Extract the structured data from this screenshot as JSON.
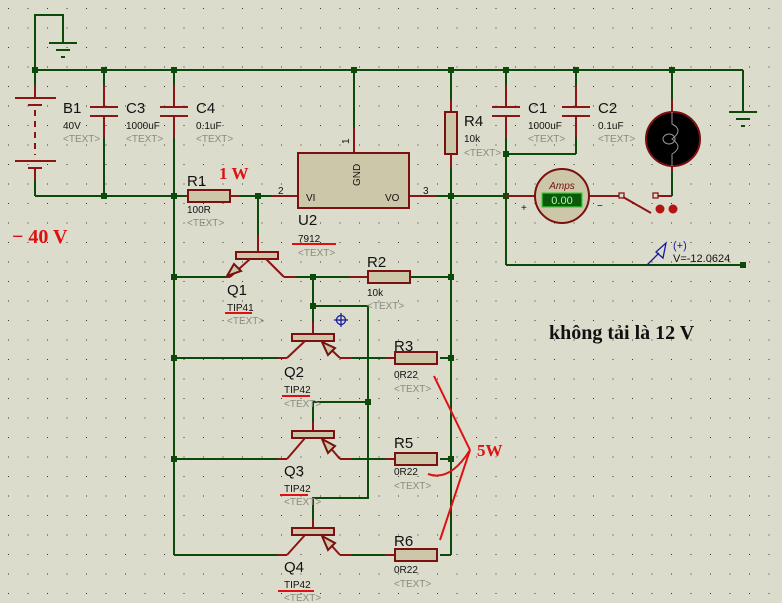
{
  "schematic": {
    "ground_symbols": [
      "ground-top-left",
      "ground-top-right"
    ],
    "battery": {
      "ref": "B1",
      "value": "40V",
      "text": "<TEXT>"
    },
    "capacitors": [
      {
        "ref": "C3",
        "value": "1000uF",
        "text": "<TEXT>"
      },
      {
        "ref": "C4",
        "value": "0.1uF",
        "text": "<TEXT>"
      },
      {
        "ref": "C1",
        "value": "1000uF",
        "text": "<TEXT>"
      },
      {
        "ref": "C2",
        "value": "0.1uF",
        "text": "<TEXT>"
      }
    ],
    "resistors": [
      {
        "ref": "R1",
        "value": "100R",
        "text": "<TEXT>"
      },
      {
        "ref": "R2",
        "value": "10k",
        "text": "<TEXT>"
      },
      {
        "ref": "R3",
        "value": "0R22",
        "text": "<TEXT>"
      },
      {
        "ref": "R4",
        "value": "10k",
        "text": "<TEXT>"
      },
      {
        "ref": "R5",
        "value": "0R22",
        "text": "<TEXT>"
      },
      {
        "ref": "R6",
        "value": "0R22",
        "text": "<TEXT>"
      }
    ],
    "regulator": {
      "ref": "U2",
      "value": "7912",
      "text": "<TEXT>",
      "pins": {
        "vi": "VI",
        "vo": "VO",
        "gnd": "GND",
        "n1": "1",
        "n2": "2",
        "n3": "3"
      }
    },
    "transistors": [
      {
        "ref": "Q1",
        "value": "TIP41",
        "text": "<TEXT>"
      },
      {
        "ref": "Q2",
        "value": "TIP42",
        "text": "<TEXT>"
      },
      {
        "ref": "Q3",
        "value": "TIP42",
        "text": "<TEXT>"
      },
      {
        "ref": "Q4",
        "value": "TIP42",
        "text": "<TEXT>"
      }
    ],
    "ammeter": {
      "title": "Amps",
      "reading": "0.00",
      "plus": "+",
      "minus": "−"
    },
    "voltage_probe": {
      "polarity": "(+)",
      "reading": "V=-12.0624"
    },
    "annotations": {
      "r1_power": "1 W",
      "supply_voltage": "−  40 V",
      "no_load_note": "không tải là 12 V",
      "emitter_resistor_power": "5W"
    }
  }
}
